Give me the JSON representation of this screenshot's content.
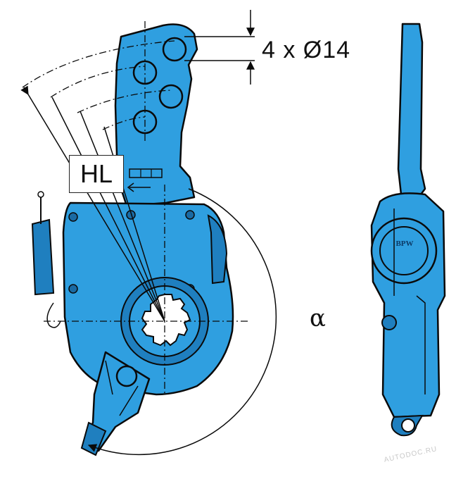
{
  "figure": {
    "hole_dimension_label": "4 x Ø14",
    "adjustment_label": "HL",
    "angle_symbol": "α",
    "brand_mark": "BPW",
    "watermark": "AUTODOC.RU"
  },
  "colors": {
    "part_fill": "#2f9fe0",
    "part_dark": "#1f7fbf",
    "outline": "#0a0a0a",
    "background": "#ffffff"
  },
  "icons": {
    "part": "slack-adjuster-drawing",
    "badge": "brand-logo-icon"
  }
}
